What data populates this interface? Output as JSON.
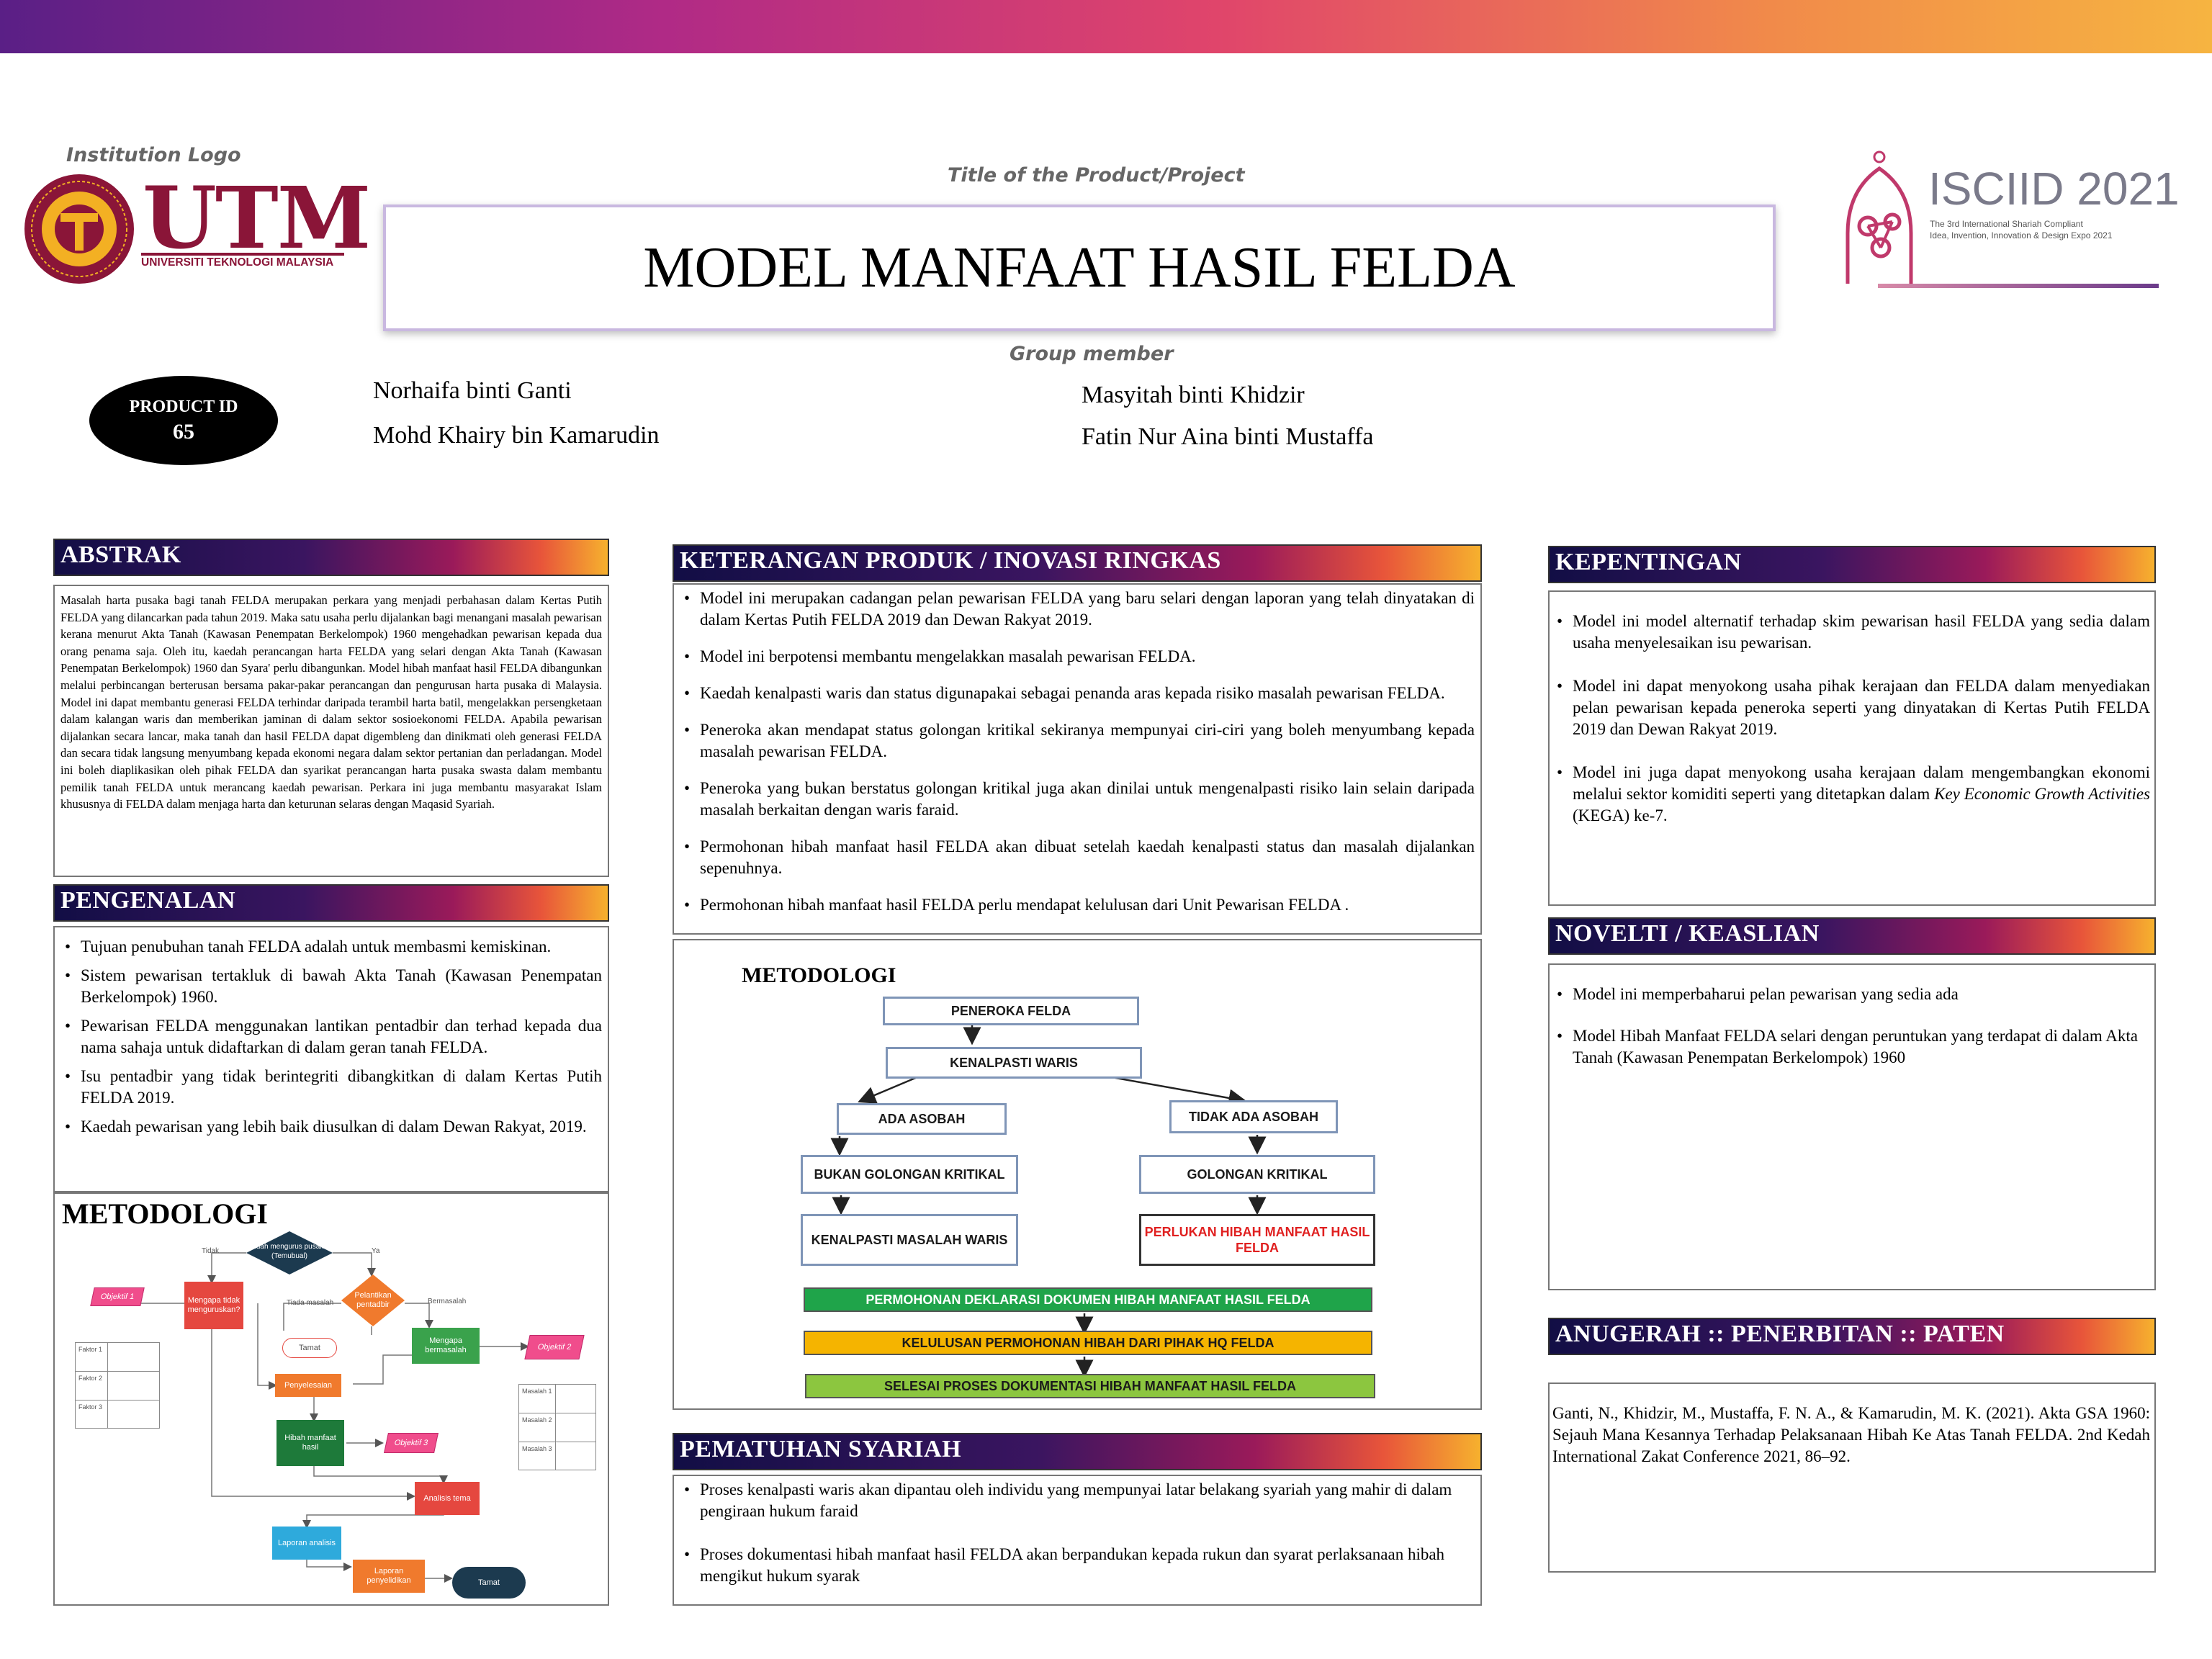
{
  "header": {
    "institution_logo_label": "Institution Logo",
    "utm_wordmark": "UTM",
    "utm_subtitle": "UNIVERSITI TEKNOLOGI MALAYSIA",
    "title_label": "Title of the Product/Project",
    "title": "MODEL MANFAAT HASIL FELDA",
    "group_label": "Group member",
    "iciid_wordmark": "ISCIID 2021",
    "iciid_subtitle1": "The 3rd International Shariah Compliant",
    "iciid_subtitle2": "Idea, Invention, Innovation & Design Expo 2021"
  },
  "product": {
    "label": "PRODUCT ID",
    "id": "65"
  },
  "members": [
    "Norhaifa binti Ganti",
    "Mohd Khairy bin Kamarudin",
    "Masyitah binti Khidzir",
    "Fatin Nur Aina binti Mustaffa"
  ],
  "abstrak": {
    "heading": "ABSTRAK",
    "text": "Masalah harta pusaka bagi tanah FELDA merupakan perkara yang menjadi perbahasan dalam Kertas Putih FELDA yang dilancarkan pada tahun 2019. Maka satu usaha perlu dijalankan bagi menangani masalah pewarisan kerana menurut Akta Tanah (Kawasan Penempatan Berkelompok) 1960 mengehadkan pewarisan kepada dua orang penama saja. Oleh itu, kaedah perancangan harta FELDA yang selari dengan Akta Tanah (Kawasan Penempatan Berkelompok) 1960 dan Syara' perlu dibangunkan. Model hibah manfaat hasil FELDA dibangunkan melalui perbincangan berterusan bersama pakar-pakar perancangan dan pengurusan harta pusaka di Malaysia. Model ini dapat membantu generasi FELDA terhindar daripada terambil harta batil, mengelakkan persengketaan dalam kalangan waris dan memberikan jaminan di dalam sektor sosioekonomi FELDA. Apabila pewarisan dijalankan secara lancar, maka tanah dan hasil FELDA dapat digembleng dan dinikmati oleh generasi FELDA dan secara tidak langsung menyumbang kepada ekonomi negara dalam sektor pertanian dan perladangan. Model ini boleh diaplikasikan oleh pihak FELDA dan syarikat perancangan harta pusaka swasta dalam membantu pemilik tanah FELDA untuk merancang kaedah pewarisan. Perkara ini juga membantu masyarakat Islam khususnya di FELDA dalam menjaga harta dan keturunan selaras dengan Maqasid Syariah."
  },
  "pengenalan": {
    "heading": "PENGENALAN",
    "items": [
      "Tujuan penubuhan tanah FELDA adalah untuk membasmi kemiskinan.",
      "Sistem pewarisan tertakluk di bawah Akta Tanah (Kawasan Penempatan Berkelompok) 1960.",
      " Pewarisan FELDA menggunakan lantikan pentadbir dan terhad kepada dua nama sahaja untuk didaftarkan di dalam geran tanah FELDA.",
      "Isu pentadbir yang tidak berintegriti dibangkitkan di dalam Kertas Putih FELDA 2019.",
      "Kaedah pewarisan yang lebih baik diusulkan di dalam Dewan Rakyat, 2019."
    ]
  },
  "metodologi_left": {
    "heading": "METODOLOGI",
    "nodes": {
      "decision1": "Sudah mengurus pusaka? (Temubual)",
      "no": "Tidak",
      "yes": "Ya",
      "mengapa_tidak": "Mengapa tidak menguruskan?",
      "pelantikan": "Pelantikan pentadbir",
      "tiada_masalah": "Tiada masalah",
      "bermasalah": "Bermasalah",
      "tamat1": "Tamat",
      "mengapa_bermasalah": "Mengapa bermasalah",
      "objektif1": "Objektif 1",
      "objektif2": "Objektif 2",
      "objektif3": "Objektif 3",
      "penyelesaian": "Penyelesaian",
      "hibah": "Hibah manfaat hasil",
      "analisis": "Analisis tema",
      "laporan_analisis": "Laporan analisis",
      "laporan_penyelidikan": "Laporan penyelidikan",
      "tamat2": "Tamat"
    },
    "faktor_rows": [
      "Faktor 1",
      "Faktor 2",
      "Faktor 3"
    ],
    "masalah_rows": [
      "Masalah 1",
      "Masalah 2",
      "Masalah 3"
    ]
  },
  "keterangan": {
    "heading": "KETERANGAN PRODUK / INOVASI RINGKAS",
    "items": [
      "Model ini merupakan cadangan pelan pewarisan FELDA yang baru selari dengan laporan yang telah dinyatakan di dalam Kertas Putih FELDA  2019 dan Dewan Rakyat 2019.",
      "Model ini berpotensi membantu mengelakkan masalah pewarisan FELDA.",
      "Kaedah kenalpasti waris dan status digunapakai sebagai penanda aras kepada risiko masalah pewarisan FELDA.",
      "Peneroka akan mendapat status golongan kritikal sekiranya mempunyai ciri-ciri yang boleh menyumbang kepada masalah pewarisan FELDA.",
      "Peneroka yang bukan berstatus golongan kritikal juga akan dinilai untuk mengenalpasti risiko lain selain daripada masalah berkaitan dengan waris faraid.",
      "Permohonan hibah manfaat hasil FELDA akan dibuat setelah kaedah kenalpasti status dan masalah dijalankan sepenuhnya.",
      "Permohonan hibah manfaat hasil FELDA perlu mendapat kelulusan dari Unit Pewarisan FELDA ."
    ]
  },
  "metodologi_center": {
    "heading": "METODOLOGI",
    "peneroka": "PENEROKA FELDA",
    "kenalpasti": "KENALPASTI WARIS",
    "ada": "ADA ASOBAH",
    "tiada": "TIDAK ADA ASOBAH",
    "bukan": "BUKAN GOLONGAN KRITIKAL",
    "golongan": "GOLONGAN KRITIKAL",
    "kenalpasti_masalah": "KENALPASTI MASALAH WARIS",
    "perlukan": "PERLUKAN HIBAH MANFAAT HASIL FELDA",
    "band1": "PERMOHONAN DEKLARASI DOKUMEN HIBAH MANFAAT  HASIL FELDA",
    "band2": "KELULUSAN PERMOHONAN HIBAH DARI PIHAK HQ FELDA",
    "band3": "SELESAI PROSES DOKUMENTASI HIBAH  MANFAAT HASIL FELDA",
    "colors": {
      "band1": "#1fa44a",
      "band2": "#f5b400",
      "band3": "#8cc63f",
      "perlukan": "#e02020"
    }
  },
  "pematuhan": {
    "heading": "PEMATUHAN SYARIAH",
    "items": [
      "Proses kenalpasti waris akan dipantau oleh individu yang mempunyai latar belakang syariah yang mahir di dalam pengiraan hukum faraid",
      "Proses dokumentasi hibah manfaat hasil FELDA akan berpandukan kepada rukun dan syarat perlaksanaan hibah mengikut hukum syarak"
    ]
  },
  "kepentingan": {
    "heading": "KEPENTINGAN",
    "item1": "Model ini model alternatif terhadap skim pewarisan hasil FELDA yang sedia dalam usaha menyelesaikan isu pewarisan.",
    "item2": "Model ini dapat menyokong usaha pihak kerajaan dan FELDA dalam menyediakan pelan pewarisan kepada peneroka seperti yang dinyatakan di Kertas Putih FELDA 2019 dan Dewan Rakyat 2019.",
    "item3_a": "Model ini juga dapat menyokong usaha kerajaan dalam mengembangkan ekonomi melalui sektor komiditi seperti yang ditetapkan dalam ",
    "item3_italic": "Key Economic Growth Activities",
    "item3_b": " (KEGA) ke-7."
  },
  "novelti": {
    "heading": "NOVELTI / KEASLIAN",
    "items": [
      "Model ini memperbaharui pelan pewarisan yang sedia ada",
      "Model Hibah Manfaat FELDA  selari dengan peruntukan yang terdapat di dalam Akta Tanah (Kawasan Penempatan Berkelompok) 1960"
    ]
  },
  "anugerah": {
    "heading": "ANUGERAH :: PENERBITAN :: PATEN",
    "text": "Ganti, N., Khidzir, M., Mustaffa, F. N. A., & Kamarudin, M. K. (2021). Akta GSA 1960: Sejauh Mana  Kesannya Terhadap Pelaksanaan Hibah Ke Atas Tanah FELDA. 2nd Kedah International Zakat Conference 2021, 86–92."
  }
}
